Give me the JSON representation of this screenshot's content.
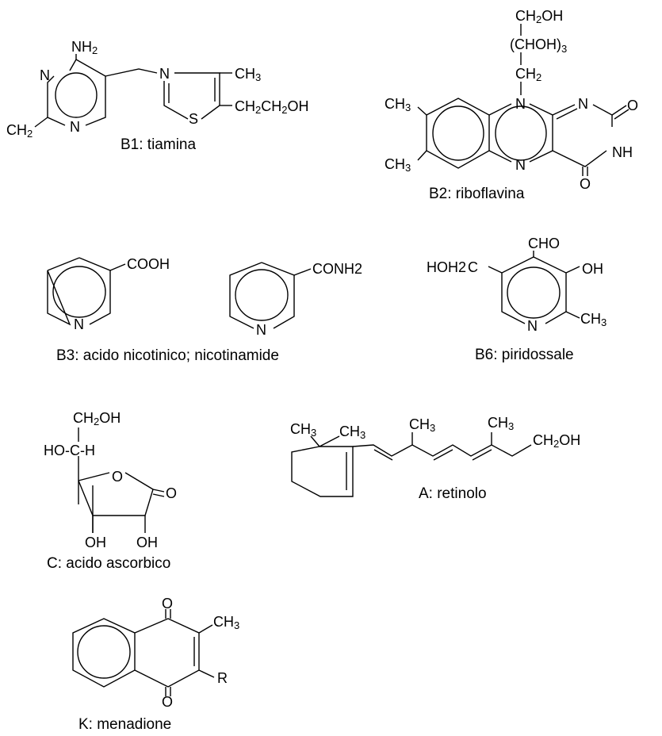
{
  "captions": {
    "b1": "B1: tiamina",
    "b2": "B2: riboflavina",
    "b3": "B3: acido nicotinico; nicotinamide",
    "b6": "B6: piridossale",
    "c": "C: acido ascorbico",
    "a": "A: retinolo",
    "k": "K: menadione"
  },
  "b1": {
    "nh2": "NH",
    "nh2_sub": "2",
    "n1": "N",
    "n2": "N",
    "ch2": "CH",
    "ch2_sub": "2",
    "n3": "N",
    "s": "S",
    "ch3": "CH",
    "ch3_sub": "3",
    "side": "CH",
    "side_sub1": "2",
    "side_mid": "CH",
    "side_sub2": "2",
    "side_end": "OH"
  },
  "b2": {
    "top_ch2oh": "CH",
    "top_ch2oh_sub": "2",
    "top_ch2oh_end": "OH",
    "chohn": "(CHOH)",
    "chohn_sub": "3",
    "ch2": "CH",
    "ch2_sub": "2",
    "ch3a": "CH",
    "ch3a_sub": "3",
    "ch3b": "CH",
    "ch3b_sub": "3",
    "n1": "N",
    "n2": "N",
    "n3": "N",
    "o1": "O",
    "o2": "O",
    "nh": "NH"
  },
  "b3": {
    "cooh": "COOH",
    "n1": "N",
    "conh": "CONH",
    "conh_sub": "2",
    "n2": "N"
  },
  "b6": {
    "cho": "CHO",
    "hoh2c": "HOH",
    "hoh2c_sub": "2",
    "hoh2c_end": "C",
    "oh": "OH",
    "n": "N",
    "ch3": "CH",
    "ch3_sub": "3"
  },
  "c": {
    "ch2oh": "CH",
    "ch2oh_sub": "2",
    "ch2oh_end": "OH",
    "hoch": "HO-C-H",
    "o": "O",
    "co": "O",
    "oh1": "OH",
    "oh2": "OH"
  },
  "a": {
    "ch3a": "CH",
    "ch3a_sub": "3",
    "ch3b": "CH",
    "ch3b_sub": "3",
    "ch3c": "CH",
    "ch3c_sub": "3",
    "ch3d": "CH",
    "ch3d_sub": "3",
    "ch2oh": "CH",
    "ch2oh_sub": "2",
    "ch2oh_end": "OH"
  },
  "k": {
    "o1": "O",
    "o2": "O",
    "ch3": "CH",
    "ch3_sub": "3",
    "r": "R"
  }
}
